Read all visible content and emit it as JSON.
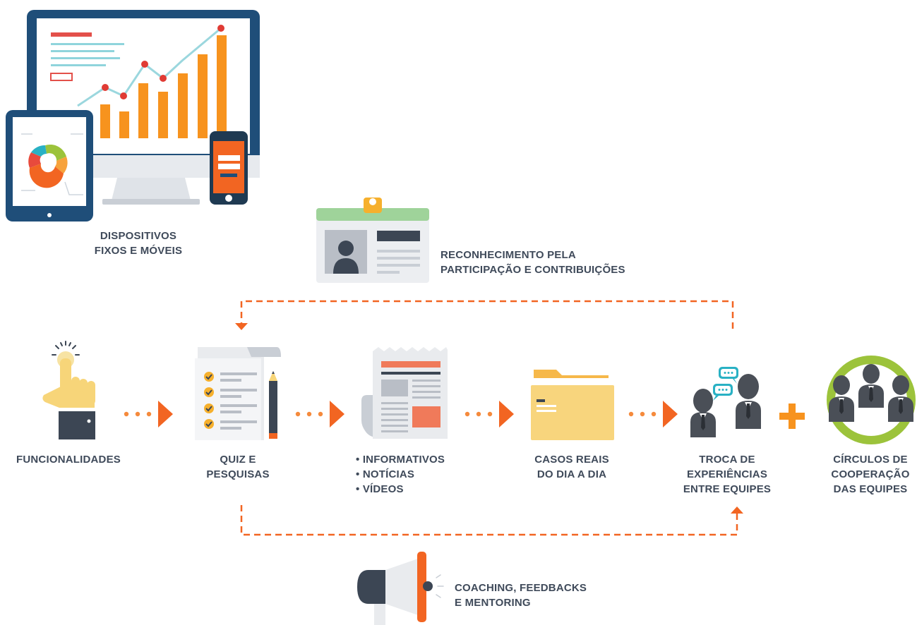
{
  "labels": {
    "devices": [
      "DISPOSITIVOS",
      "FIXOS E MÓVEIS"
    ],
    "recognition": [
      "RECONHECIMENTO PELA",
      "PARTICIPAÇÃO E  CONTRIBUIÇÕES"
    ],
    "features": [
      "FUNCIONALIDADES"
    ],
    "quiz": [
      "QUIZ E",
      "PESQUISAS"
    ],
    "content": [
      "• INFORMATIVOS",
      "• NOTÍCIAS",
      "• VÍDEOS"
    ],
    "cases": [
      "CASOS REAIS",
      "DO DIA A DIA"
    ],
    "exchange": [
      "TROCA DE",
      "EXPERIÊNCIAS",
      "ENTRE EQUIPES"
    ],
    "circles": [
      "CÍRCULOS DE",
      "COOPERAÇÃO",
      "DAS EQUIPES"
    ],
    "coaching": [
      "COACHING, FEEDBACKS",
      "E MENTORING"
    ]
  },
  "colors": {
    "text": "#3f4a5a",
    "accent_orange": "#f26522",
    "connector_orange": "#f58a3c",
    "navy": "#1f4e79",
    "dark_slate": "#3c4654",
    "green": "#9cc33b",
    "folder_yellow": "#f8d57d",
    "gray_figure": "#4a4f57"
  },
  "icons": {
    "devices": "devices-icon",
    "badge": "id-badge-icon",
    "hand": "pointing-hand-icon",
    "checklist": "checklist-icon",
    "newspaper": "newspaper-icon",
    "folder": "folder-icon",
    "chat": "people-chat-icon",
    "team": "team-circle-icon",
    "megaphone": "megaphone-icon",
    "plus": "plus-icon"
  }
}
